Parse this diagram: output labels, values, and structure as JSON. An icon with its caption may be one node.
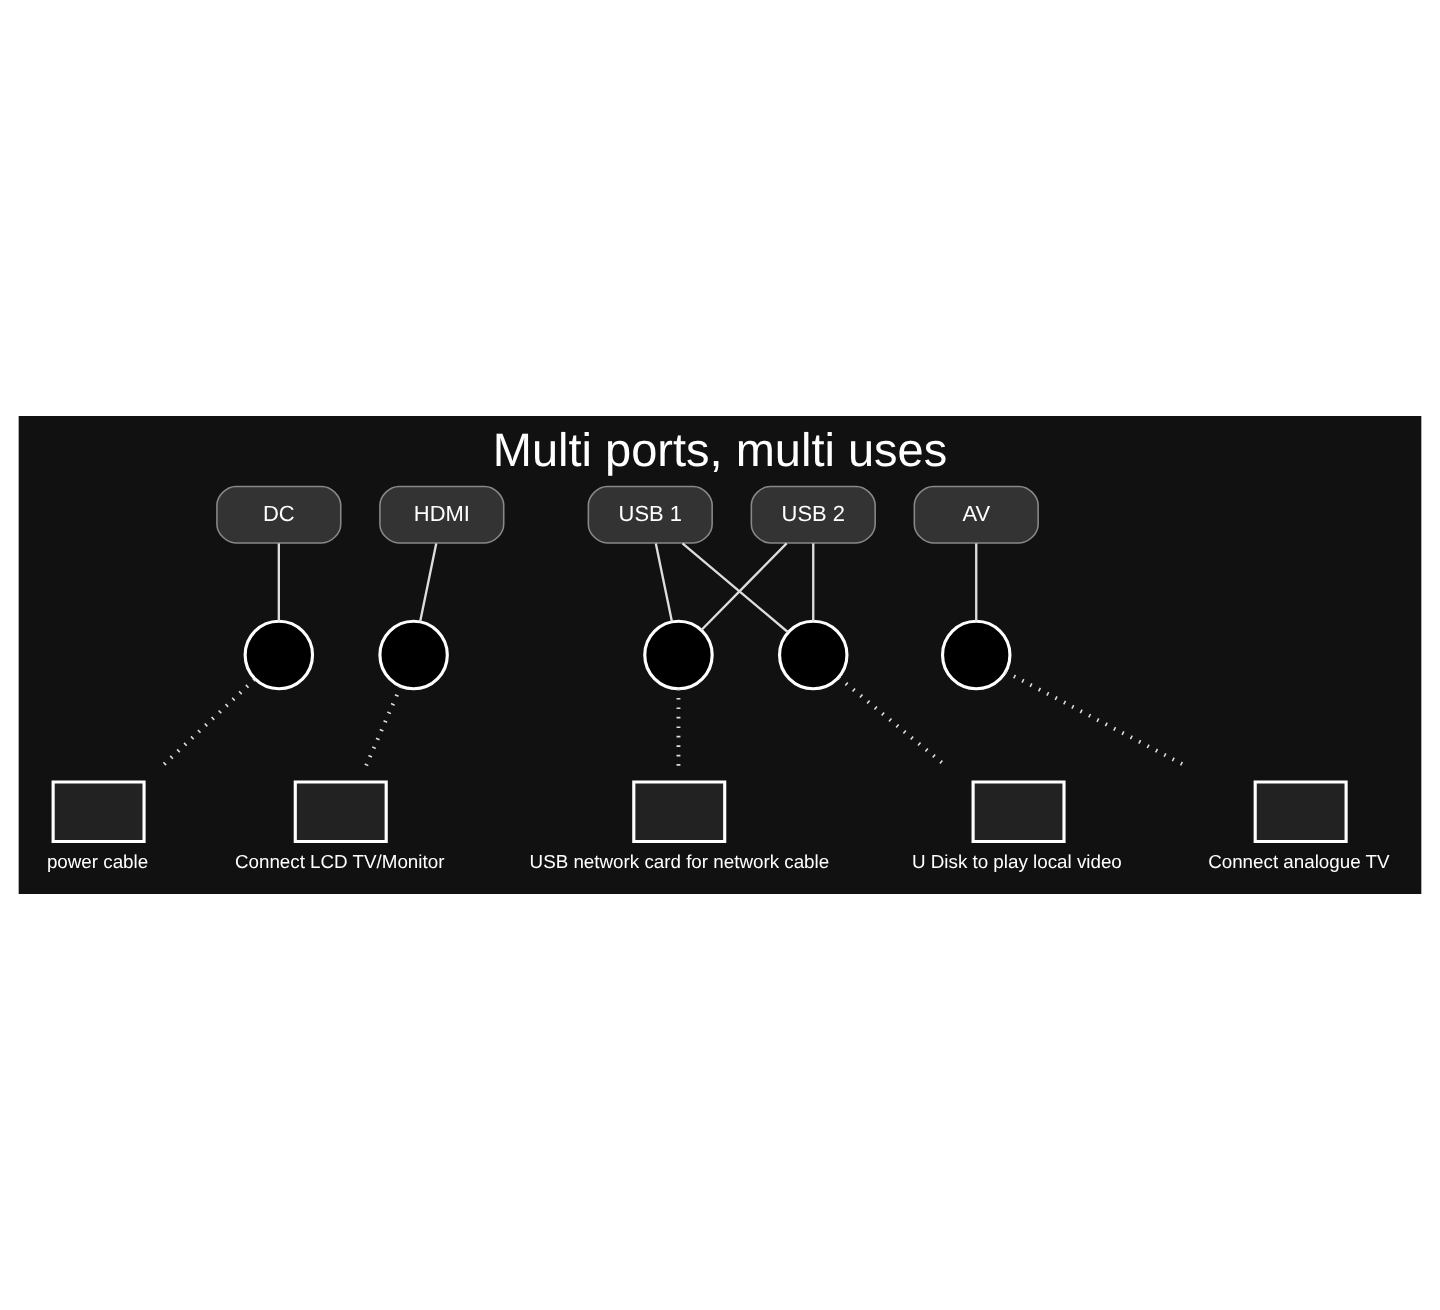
{
  "diagram": {
    "title": "Multi ports, multi uses",
    "nodes": [
      {
        "text": [
          "DC"
        ]
      },
      {
        "text": [
          "HDMI"
        ]
      },
      {
        "text": [
          "USB 1"
        ]
      },
      {
        "text": [
          "USB 2"
        ]
      },
      {
        "text": [
          "AV"
        ]
      },
      {
        "text": [],
        "shape": "circle"
      },
      {
        "text": [],
        "shape": "circle"
      },
      {
        "text": [],
        "shape": "circle"
      },
      {
        "text": [],
        "shape": "circle"
      },
      {
        "text": [],
        "shape": "circle"
      },
      {
        "text": [],
        "shape": "box",
        "beside": [
          "power cable"
        ]
      },
      {
        "text": [],
        "shape": "box",
        "beside": [
          "Connect LCD TV/Monitor"
        ]
      },
      {
        "text": [],
        "shape": "box",
        "beside": [
          "USB network card for network cable"
        ]
      },
      {
        "text": [],
        "shape": "box",
        "beside": [
          "U Disk to play local video"
        ]
      },
      {
        "text": [],
        "shape": "box",
        "beside": [
          "Connect analogue TV"
        ]
      }
    ],
    "edges": [
      {
        "from": 0,
        "to": 5,
        "arrow": "none"
      },
      {
        "from": 1,
        "to": 6,
        "arrow": "none"
      },
      {
        "from": 2,
        "to": 7,
        "arrow": "none"
      },
      {
        "from": 2,
        "to": 8,
        "arrow": "none"
      },
      {
        "from": 3,
        "to": 7,
        "arrow": "none"
      },
      {
        "from": 3,
        "to": 8,
        "arrow": "none"
      },
      {
        "from": 4,
        "to": 9,
        "arrow": "none"
      },
      {
        "from": 5,
        "to": 10,
        "arrow": "none",
        "style": "dashed"
      },
      {
        "from": 6,
        "to": 11,
        "arrow": "none",
        "style": "dashed"
      },
      {
        "from": 7,
        "to": 12,
        "arrow": "none",
        "style": "dashed"
      },
      {
        "from": 8,
        "to": 13,
        "arrow": "none",
        "style": "dashed"
      },
      {
        "from": 9,
        "to": 14,
        "arrow": "none",
        "style": "dashed"
      }
    ]
  }
}
